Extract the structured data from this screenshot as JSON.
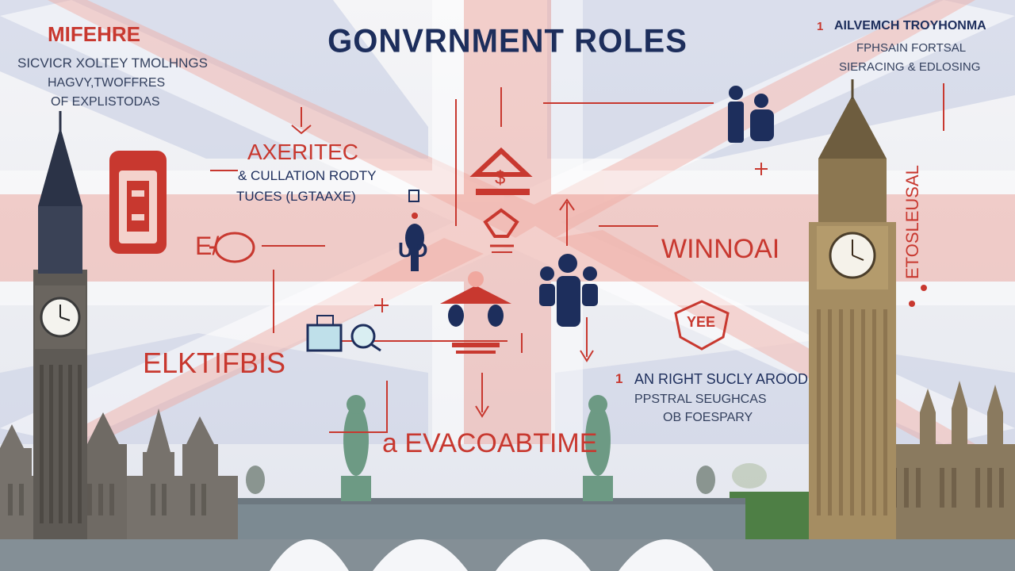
{
  "title": "GONVRNMENT ROLES",
  "top_left": {
    "heading": "MIFEHRE",
    "lines": [
      "SICVICR XOLTEY TMOLHNGS",
      "HAGVY,TWOFFRES",
      "OF EXPLISTODAS"
    ]
  },
  "top_right": {
    "number": "1",
    "heading": "AILVEMCH TROYHONMA",
    "lines": [
      "FPHSAIN FORTSAL",
      "SIERACING & EDLOSING"
    ]
  },
  "center_left": {
    "heading": "AXERITEC",
    "line1": "& CULLATION RODTY",
    "line2": "TUCES (LGTAAXE)"
  },
  "labels": {
    "e_label": "E/",
    "elk_label": "ELKTIFBIS",
    "winnoi": "WINNOAI",
    "shield": "YEE",
    "evaco": "a EVACOABTIME",
    "ud": "UD",
    "vertical_right": "ETOSLEUSAL"
  },
  "bottom_right": {
    "number": "1",
    "heading": "AN RIGHT SUCLY AROOD",
    "lines": [
      "PPSTRAL SEUGHCAS",
      "OB FOESPARY"
    ]
  },
  "colors": {
    "navy": "#1d2e5c",
    "red": "#c8382f",
    "flag_red": "#f3b6ad",
    "stone": "#6e6a63",
    "tower": "#8a7550",
    "bridge_green": "#6d9a84"
  }
}
